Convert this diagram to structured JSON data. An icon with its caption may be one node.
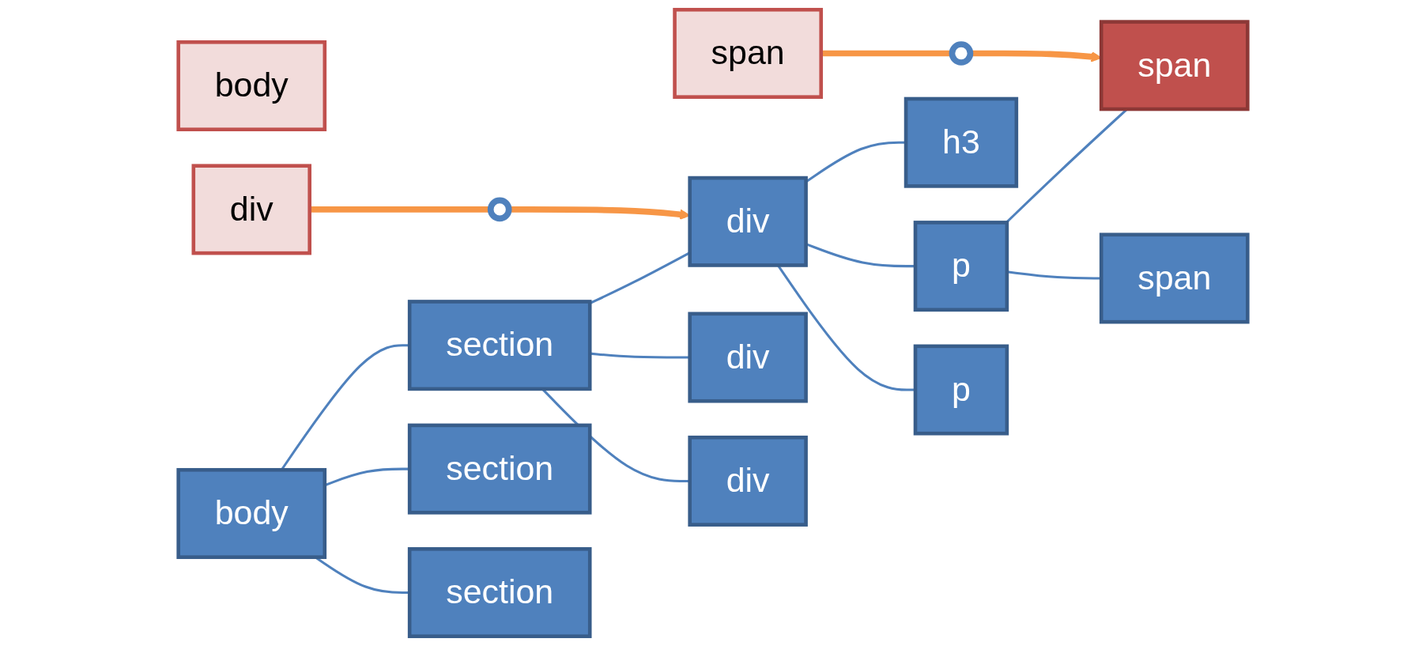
{
  "diagram": {
    "nodes": [
      {
        "text": [
          "body"
        ]
      },
      {
        "text": [
          "div"
        ]
      },
      {
        "text": [
          "span"
        ]
      },
      {
        "text": [],
        "shape": "circle"
      },
      {
        "text": [],
        "shape": "circle"
      },
      {
        "text": [
          "section"
        ]
      },
      {
        "text": [
          "div"
        ]
      },
      {
        "text": [
          "section"
        ]
      },
      {
        "text": [
          "div"
        ]
      },
      {
        "text": [
          "p"
        ]
      },
      {
        "text": [
          "span"
        ]
      },
      {
        "text": [
          "body"
        ]
      },
      {
        "text": [
          "section"
        ]
      },
      {
        "text": [
          "div"
        ]
      },
      {
        "text": [
          "p"
        ]
      },
      {
        "text": [
          "span"
        ]
      },
      {
        "text": [
          "h3"
        ]
      }
    ],
    "edges": [
      {
        "from": 11,
        "to": 5,
        "arrow": "none"
      },
      {
        "from": 11,
        "to": 7,
        "arrow": "none"
      },
      {
        "from": 11,
        "to": 12,
        "arrow": "none"
      },
      {
        "from": 12,
        "to": 6,
        "arrow": "none"
      },
      {
        "from": 12,
        "to": 8,
        "arrow": "none"
      },
      {
        "from": 12,
        "to": 13,
        "arrow": "none"
      },
      {
        "from": 13,
        "to": 9,
        "arrow": "none"
      },
      {
        "from": 13,
        "to": 14,
        "arrow": "none"
      },
      {
        "from": 13,
        "to": 16,
        "arrow": "none"
      },
      {
        "from": 14,
        "to": 10,
        "arrow": "none"
      },
      {
        "from": 14,
        "to": 15,
        "arrow": "none"
      },
      {
        "from": 1,
        "to": 3,
        "arrow": "none",
        "style": "thick",
        "color": "#f79646"
      },
      {
        "from": 3,
        "to": 13,
        "arrow": "to",
        "style": "thick",
        "color": "#f79646"
      },
      {
        "from": 2,
        "to": 4,
        "arrow": "none",
        "style": "thick",
        "color": "#f79646"
      },
      {
        "from": 4,
        "to": 15,
        "arrow": "to",
        "style": "thick",
        "color": "#f79646"
      }
    ]
  }
}
